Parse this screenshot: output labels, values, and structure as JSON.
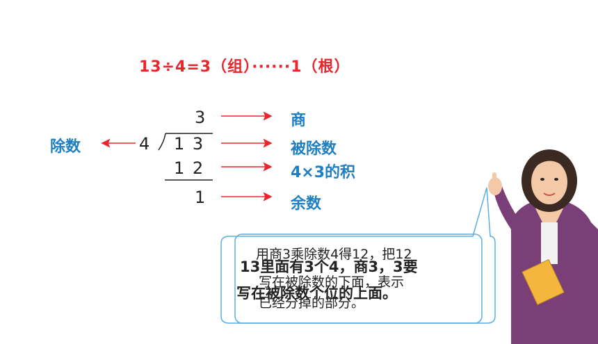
{
  "equation": "13÷4=3（组）······1（根）",
  "division": {
    "quotient": "3",
    "divisor": "4",
    "dividend": "1 3",
    "product": "1 2",
    "remainder": "1"
  },
  "labels": {
    "quotient": "商",
    "dividend": "被除数",
    "product": "4×3的积",
    "remainder": "余数",
    "divisor": "除数"
  },
  "bubble": {
    "text_a_line1": "用商3乘除数4得12，把12",
    "text_a_line2": "写在被除数的下面，表示",
    "text_a_line3": "已经分掉的部分。",
    "text_b_line1": "13里面有3个4，商3，3要",
    "text_b_line2": "写在被除数个位的上面。"
  },
  "colors": {
    "equation": "#e8262c",
    "labels": "#1f7fc3",
    "arrows": "#e8262c",
    "bubble_border": "#5aaee0"
  }
}
